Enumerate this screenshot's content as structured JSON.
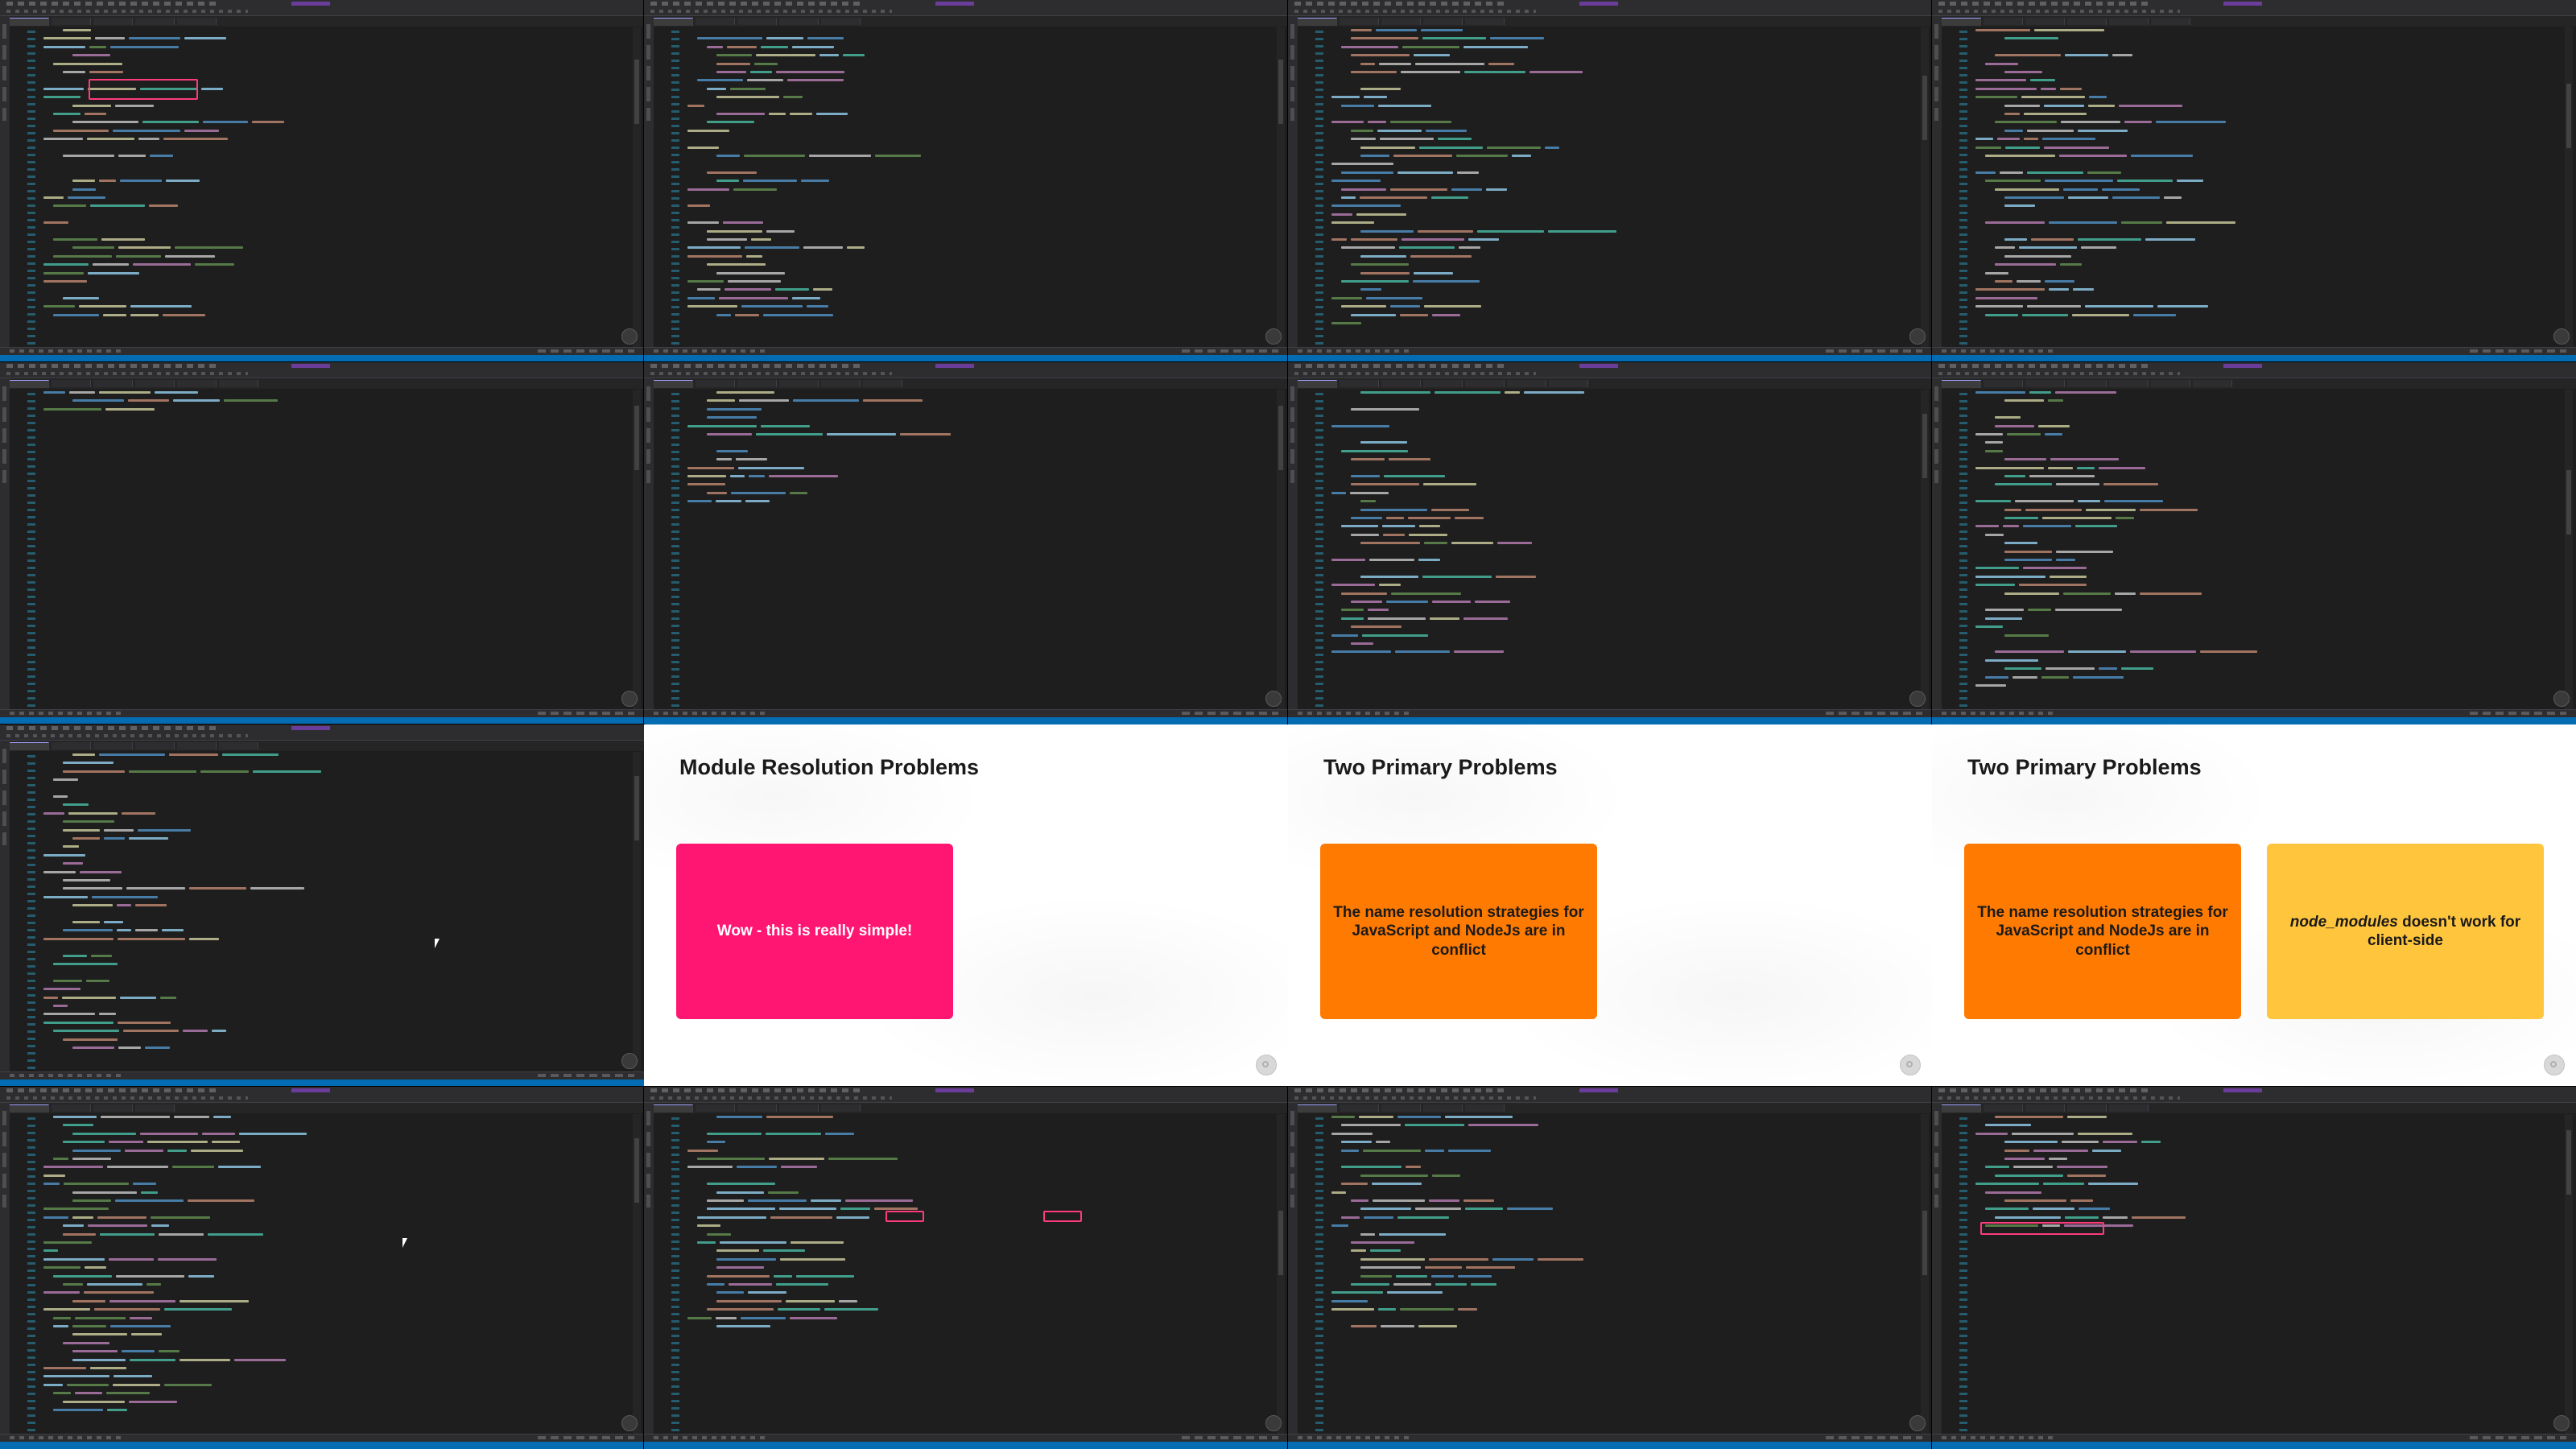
{
  "grid": {
    "rows": 4,
    "cols": 4
  },
  "colors": {
    "editor_bg": "#1e1e1e",
    "chrome": "#2d2d30",
    "highlight": "#ff3b7b",
    "code_palette": [
      "#569cd6",
      "#9cdcfe",
      "#ce9178",
      "#dcdcaa",
      "#c586c0",
      "#4ec9b0",
      "#d4d4d4",
      "#6a9955"
    ]
  },
  "tiles": [
    {
      "type": "editor",
      "tabs": 5,
      "lines": 36,
      "highlight": "top-left",
      "scroll": 0.1
    },
    {
      "type": "editor",
      "tabs": 5,
      "lines": 36,
      "scroll": 0.1
    },
    {
      "type": "editor",
      "tabs": 5,
      "lines": 36,
      "scroll": 0.2
    },
    {
      "type": "editor",
      "tabs": 6,
      "lines": 36,
      "scroll": 0.25
    },
    {
      "type": "editor",
      "tabs": 6,
      "lines": 3,
      "scroll": 0.0
    },
    {
      "type": "editor",
      "tabs": 6,
      "lines": 14,
      "scroll": 0.0
    },
    {
      "type": "editor",
      "tabs": 7,
      "lines": 32,
      "scroll": 0.05
    },
    {
      "type": "editor",
      "tabs": 7,
      "lines": 36,
      "scroll": 0.4
    },
    {
      "type": "editor",
      "tabs": 6,
      "lines": 36,
      "scroll": 0.05,
      "cursor": true
    },
    {
      "type": "slide",
      "title": "Module Resolution Problems",
      "cards": [
        {
          "text": "Wow - this is really simple!",
          "color": "#ff1673",
          "text_color": "light"
        }
      ]
    },
    {
      "type": "slide",
      "title": "Two Primary Problems",
      "cards": [
        {
          "text": "The name resolution strategies for JavaScript and NodeJs are in conflict",
          "color": "#ff7a00",
          "text_color": "dark"
        }
      ]
    },
    {
      "type": "slide",
      "title": "Two Primary Problems",
      "cards": [
        {
          "text": "The name resolution strategies for JavaScript and NodeJs are in conflict",
          "color": "#ff7a00",
          "text_color": "dark"
        },
        {
          "text": "node_modules doesn't work for client-side",
          "color": "#ffc53d",
          "text_color": "dark",
          "italic_prefix": "node_modules"
        }
      ]
    },
    {
      "type": "editor",
      "tabs": 4,
      "lines": 36,
      "scroll": 0.05,
      "cursor": true
    },
    {
      "type": "editor",
      "tabs": 5,
      "lines": 26,
      "highlight": "mid-line",
      "scroll": 0.5
    },
    {
      "type": "editor",
      "tabs": 5,
      "lines": 26,
      "scroll": 0.5
    },
    {
      "type": "editor",
      "tabs": 5,
      "lines": 14,
      "highlight": "bottom-line",
      "scroll": 0.0
    }
  ]
}
